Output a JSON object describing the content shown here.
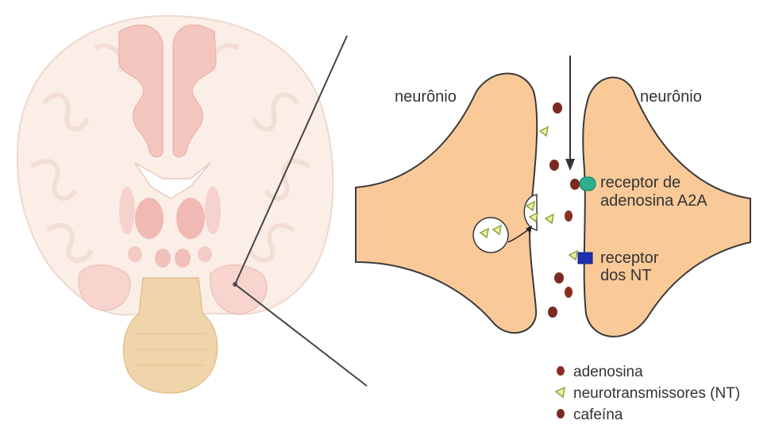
{
  "labels": {
    "neuron_left": "neurônio",
    "neuron_right": "neurônio",
    "receptor_a2a_line1": "receptor de",
    "receptor_a2a_line2": "adenosina A2A",
    "receptor_nt_line1": "receptor",
    "receptor_nt_line2": "dos NT"
  },
  "legend": {
    "items": [
      {
        "label": "adenosina",
        "symbol": "adenosine-icon"
      },
      {
        "label": "neurotransmissores (NT)",
        "symbol": "neurotransmitter-icon"
      },
      {
        "label": "cafeína",
        "symbol": "caffeine-icon"
      }
    ]
  },
  "colors": {
    "neuron_fill": "#f9c998",
    "outline": "#3a3a3a",
    "adenosine": "#8a2e22",
    "caffeine": "#7a2a20",
    "nt_fill": "#eef29a",
    "nt_stroke": "#8aa34a",
    "receptor_a2a": "#2ab08a",
    "receptor_nt": "#1f2fb0",
    "brain_pink": "#f3c9c4",
    "brain_stem": "#f0d4aa"
  }
}
